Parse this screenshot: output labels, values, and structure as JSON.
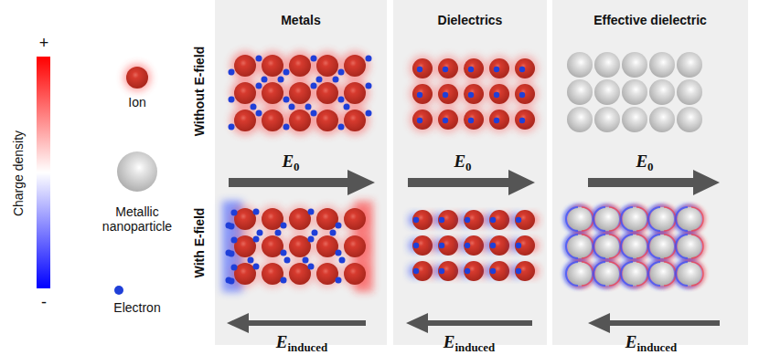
{
  "diagram": {
    "nodes": [
      {
        "text": [
          "Metals"
        ]
      },
      {
        "text": [
          "Dielectrics"
        ]
      },
      {
        "text": [
          "Effective dielectric"
        ]
      }
    ],
    "labels": [
      "Charge density",
      "+",
      "-",
      "Ion",
      "Metallic nanoparticle",
      "Electron",
      "Without E-field",
      "With E-field",
      "E0",
      "Einduced",
      "E0",
      "Einduced",
      "E0",
      "Einduced"
    ]
  }
}
